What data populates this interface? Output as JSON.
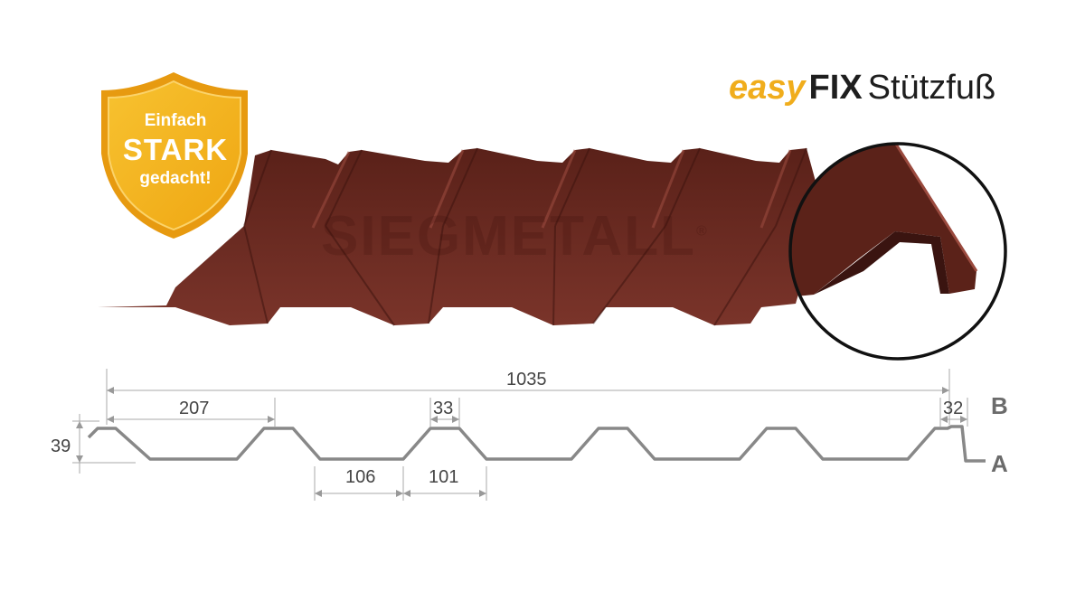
{
  "brand": {
    "part1": "easy",
    "part2": "FIX",
    "part3": "Stützfuß"
  },
  "badge": {
    "line1": "Einfach",
    "line2": "STARK",
    "line3": "gedacht!"
  },
  "watermark": "SIEGMETALL",
  "watermark_mark": "®",
  "colors": {
    "sheet": "#6e2e26",
    "sheet_dark": "#4a1a14",
    "badge": "#f5b81c",
    "profile": "#888888"
  },
  "dimensions": {
    "total_width": "1035",
    "pitch": "207",
    "top_flange": "33",
    "edge_flange": "32",
    "height": "39",
    "bottom_flange": "106",
    "web": "101"
  },
  "edge_labels": {
    "b": "B",
    "a": "A"
  }
}
